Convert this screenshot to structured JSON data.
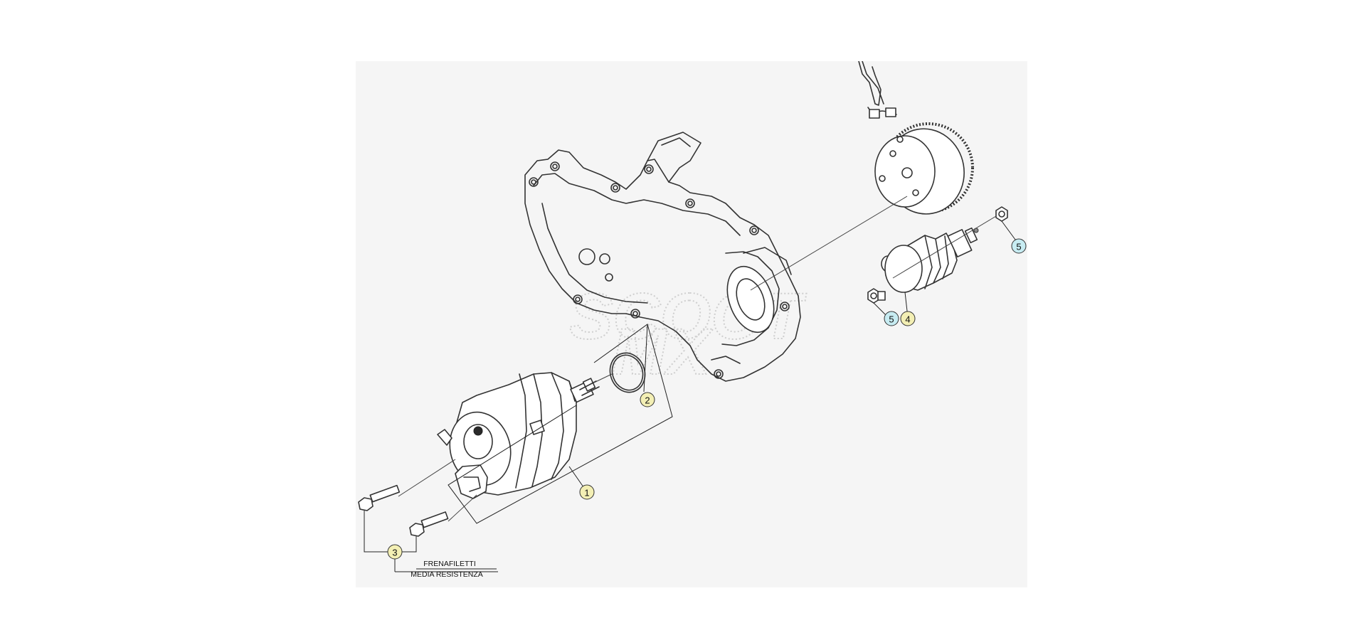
{
  "callouts": {
    "c1": {
      "label": "1",
      "color": "#f3efb4"
    },
    "c2": {
      "label": "2",
      "color": "#f3efb4"
    },
    "c3": {
      "label": "3",
      "color": "#f3efb4"
    },
    "c4": {
      "label": "4",
      "color": "#f3efb4"
    },
    "c5a": {
      "label": "5",
      "color": "#c7ecf2"
    },
    "c5b": {
      "label": "5",
      "color": "#c7ecf2"
    }
  },
  "note": {
    "line1": "FRENAFILETTI",
    "line2": "MEDIA RESISTENZA"
  },
  "watermark": {
    "line1": "SCOOT",
    "line2": "MX"
  }
}
